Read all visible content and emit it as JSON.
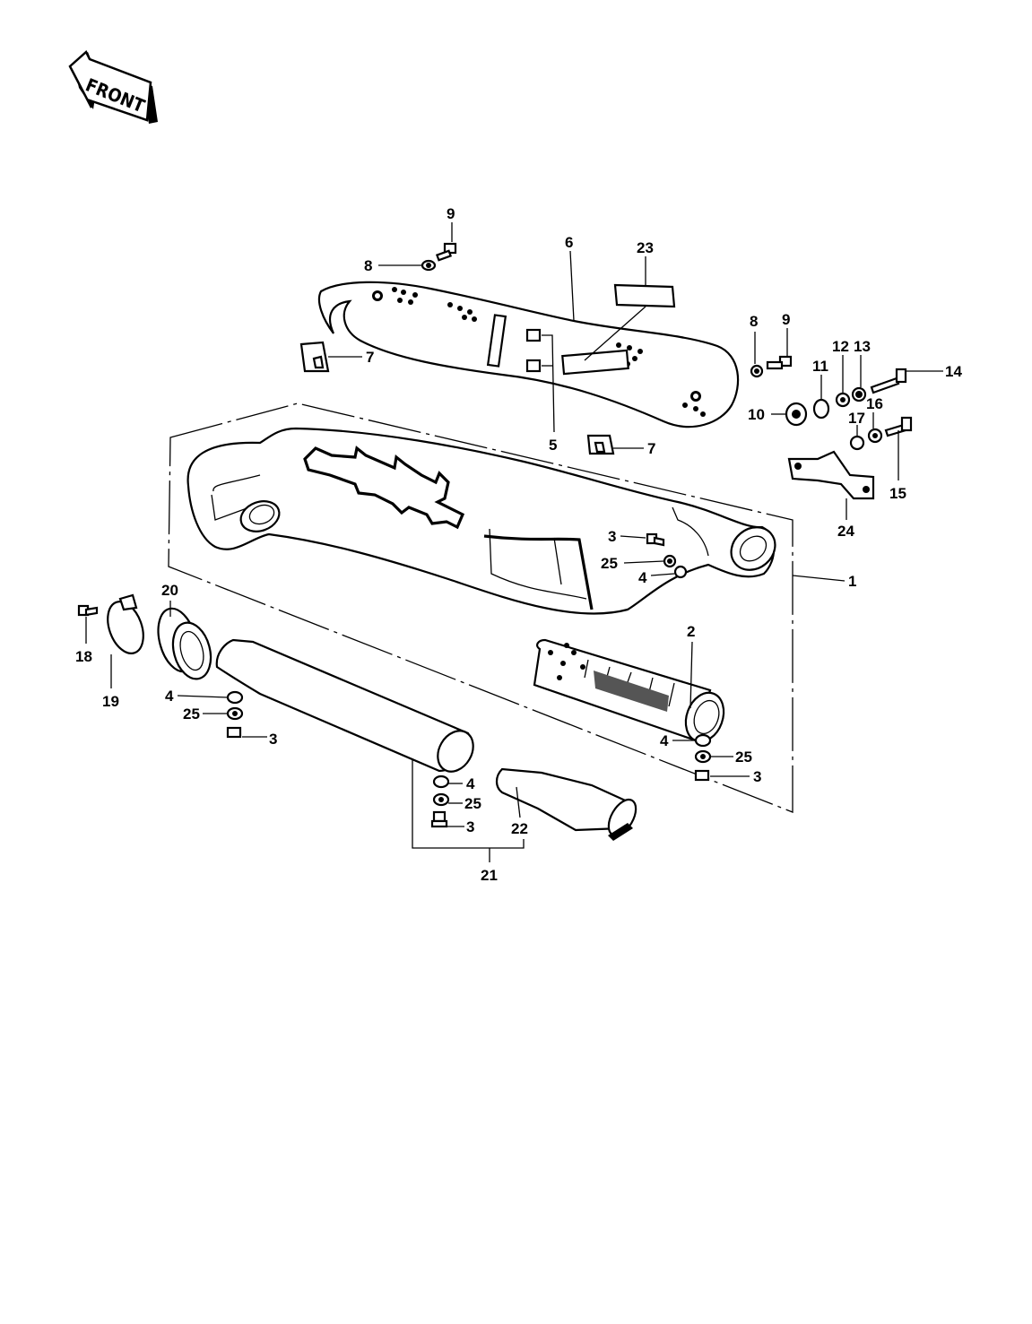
{
  "front_label": "FRONT",
  "labels": {
    "1": "1",
    "2": "2",
    "3a": "3",
    "3b": "3",
    "3c": "3",
    "3d": "3",
    "4a": "4",
    "4b": "4",
    "4c": "4",
    "4d": "4",
    "5": "5",
    "6": "6",
    "7a": "7",
    "7b": "7",
    "8a": "8",
    "8b": "8",
    "9a": "9",
    "9b": "9",
    "10": "10",
    "11": "11",
    "12": "12",
    "13": "13",
    "14": "14",
    "15": "15",
    "16": "16",
    "17": "17",
    "18": "18",
    "19": "19",
    "20": "20",
    "21": "21",
    "22": "22",
    "23": "23",
    "24": "24",
    "25a": "25",
    "25b": "25",
    "25c": "25",
    "25d": "25"
  }
}
